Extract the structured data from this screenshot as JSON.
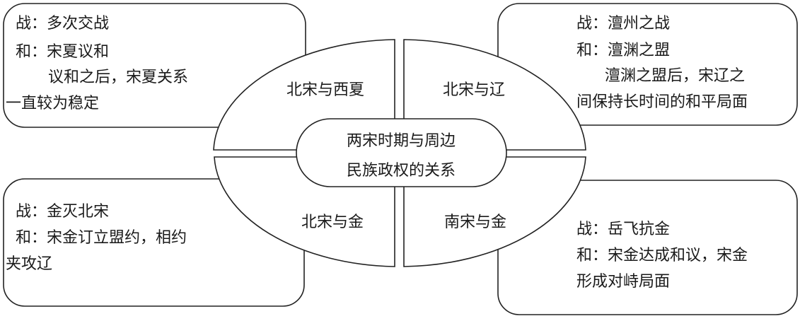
{
  "center": {
    "line1": "两宋时期与周边",
    "line2": "民族政权的关系"
  },
  "quadrants": {
    "top_left": "北宋与西夏",
    "top_right": "北宋与辽",
    "bottom_left": "北宋与金",
    "bottom_right": "南宋与金"
  },
  "boxes": {
    "top_left": [
      "战：多次交战",
      "和：宋夏议和",
      "议和之后，宋夏关系",
      "一直较为稳定"
    ],
    "top_right": [
      "战：澶州之战",
      "和：澶渊之盟",
      "澶渊之盟后，宋辽之",
      "间保持长时间的和平局面"
    ],
    "bottom_left": [
      "战：金灭北宋",
      "和：宋金订立盟约，相约",
      "夹攻辽"
    ],
    "bottom_right": [
      "战：岳飞抗金",
      "和：宋金达成和议，宋金",
      "形成对峙局面"
    ]
  }
}
